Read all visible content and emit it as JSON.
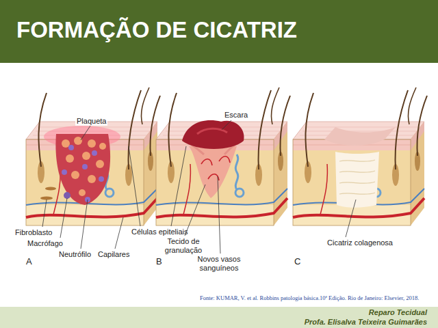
{
  "diagram": {
    "title": "FORMAÇÃO DE CICATRIZ",
    "labels": [
      "Plaqueta",
      "Escara",
      "Fibroblasto",
      "Macrófago",
      "Neutrófilo",
      "Capilares",
      "Células epiteliais",
      "Tecido de granulação",
      "Novos vasos sanguíneos",
      "Cicatriz colagenosa",
      "A",
      "B",
      "C",
      "Fonte: KUMAR, V. et al. Robbins patologia básica.10ª Edição. Rio de Janeiro: Elsevier, 2018.",
      "Reparo Tecidual",
      "Profa. Elisalva Teixeira Guimarães"
    ]
  }
}
